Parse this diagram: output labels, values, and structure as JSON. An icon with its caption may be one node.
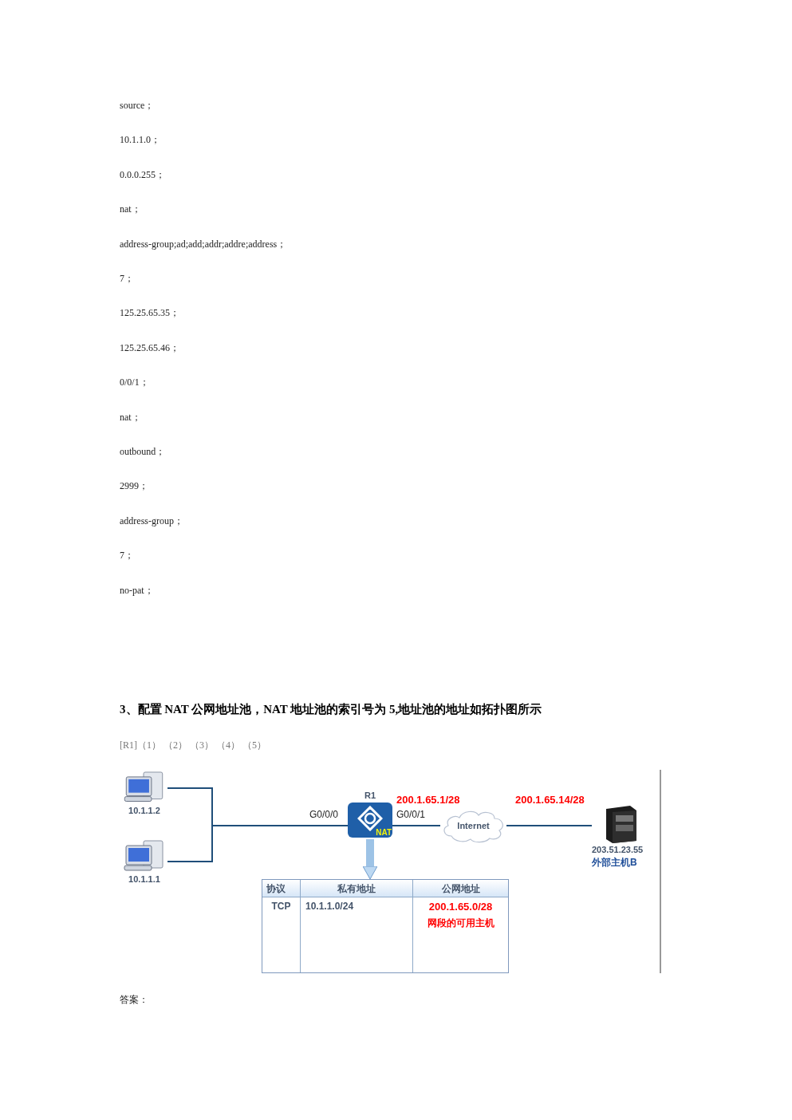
{
  "diagram": {
    "nodes": [
      {
        "text": [
          "10.1.1.2"
        ]
      },
      {
        "text": [
          "10.1.1.1"
        ]
      },
      {
        "text": [
          "R1",
          "NAT"
        ]
      },
      {
        "text": [
          "Internet"
        ]
      },
      {
        "text": [
          "203.51.23.55",
          "外部主机B"
        ]
      },
      {
        "text": [
          "协议",
          "私有地址",
          "公网地址",
          "TCP",
          "10.1.1.0/24",
          "200.1.65.0/28",
          "网段的可用主机"
        ]
      }
    ],
    "edges": [
      {
        "from": 0,
        "to": 2,
        "arrow": "none"
      },
      {
        "from": 1,
        "to": 2,
        "arrow": "none"
      },
      {
        "from": 2,
        "to": 3,
        "arrow": "none"
      },
      {
        "from": 3,
        "to": 4,
        "arrow": "none"
      },
      {
        "from": 2,
        "to": 5,
        "arrow": "to",
        "style": "thick",
        "color": "#9dc3e6"
      }
    ],
    "labels": [
      "source；",
      "10.1.1.0；",
      "0.0.0.255；",
      "nat；",
      "address-group;ad;add;addr;addre;address；",
      "7；",
      "125.25.65.35；",
      "125.25.65.46；",
      "0/0/1；",
      "nat；",
      "outbound；",
      "2999；",
      "address-group；",
      "7；",
      "no-pat；",
      "3、配置 NAT 公网地址池，NAT 地址池的索引号为 5,地址池的地址如拓扑图所示",
      "[R1]（1） （2） （3） （4） （5）",
      "200.1.65.1/28",
      "200.1.65.14/28",
      "G0/0/0",
      "G0/0/1",
      "答案："
    ]
  }
}
